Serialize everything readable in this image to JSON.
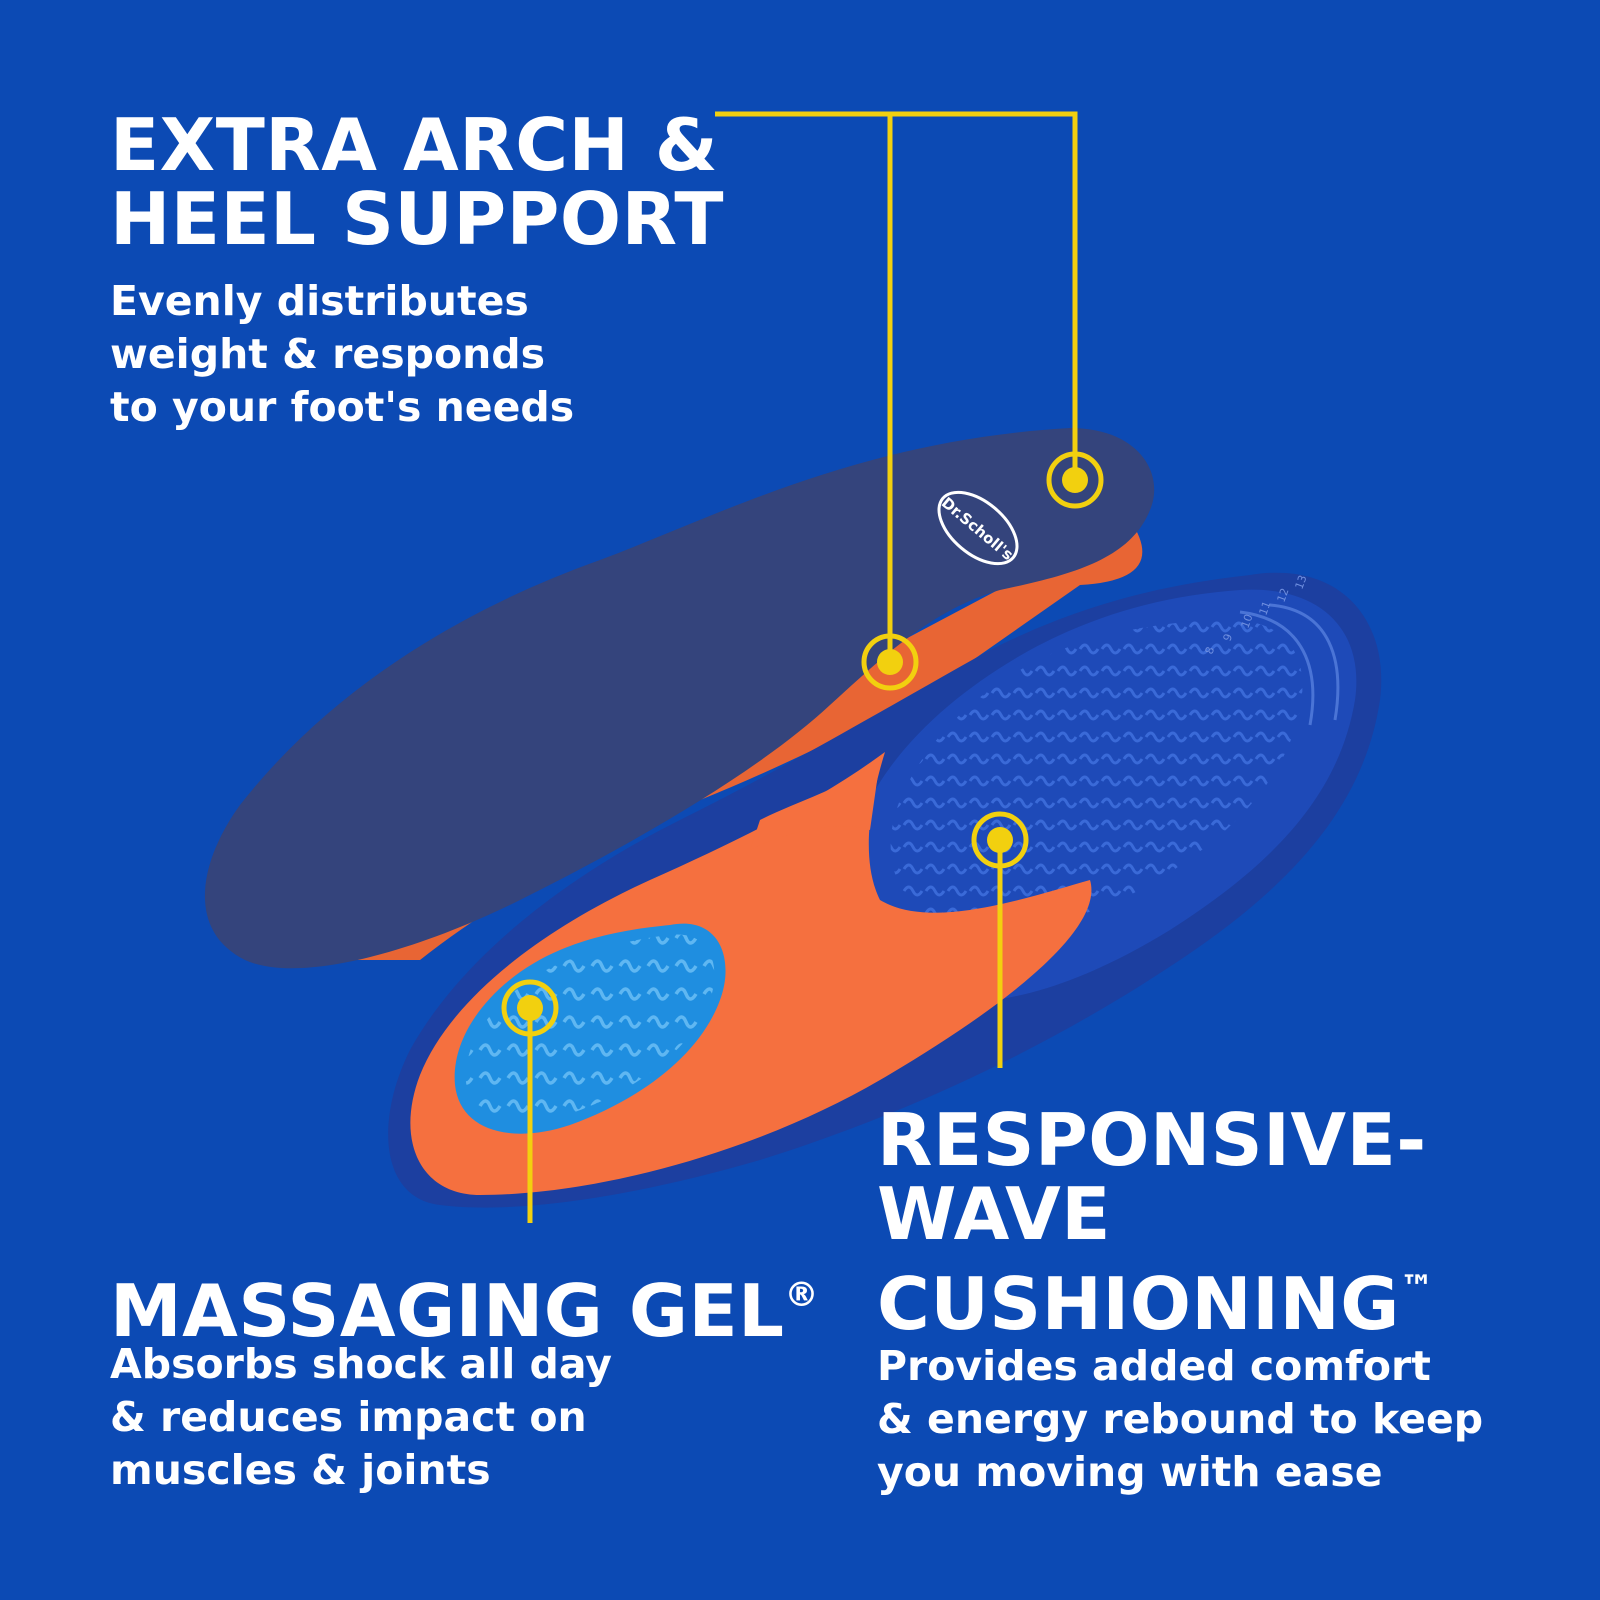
{
  "features": {
    "arch": {
      "title_lines": [
        "EXTRA ARCH &",
        "HEEL SUPPORT"
      ],
      "body_lines": [
        "Evenly distributes",
        "weight & responds",
        "to your foot's needs"
      ]
    },
    "gel": {
      "title": "MASSAGING GEL",
      "title_mark": "®",
      "body_lines": [
        "Absorbs shock all day",
        "& reduces impact on",
        "muscles & joints"
      ]
    },
    "wave": {
      "title_lines": [
        "RESPONSIVE-",
        "WAVE",
        "CUSHIONING"
      ],
      "title_mark": "™",
      "body_lines": [
        "Provides added comfort",
        "& energy rebound to keep",
        "you moving with ease"
      ]
    }
  },
  "product": {
    "brand_logo_text": "Dr.Scholl's",
    "size_markings": [
      "8",
      "9",
      "10",
      "11",
      "12",
      "13"
    ]
  },
  "colors": {
    "background": "#0c4ab4",
    "callout": "#f2d00f",
    "insole_top": "#34447c",
    "orange_frame": "#f5703f",
    "gel_blue": "#1f8ee0",
    "wave_blue": "#1e4ab8"
  }
}
